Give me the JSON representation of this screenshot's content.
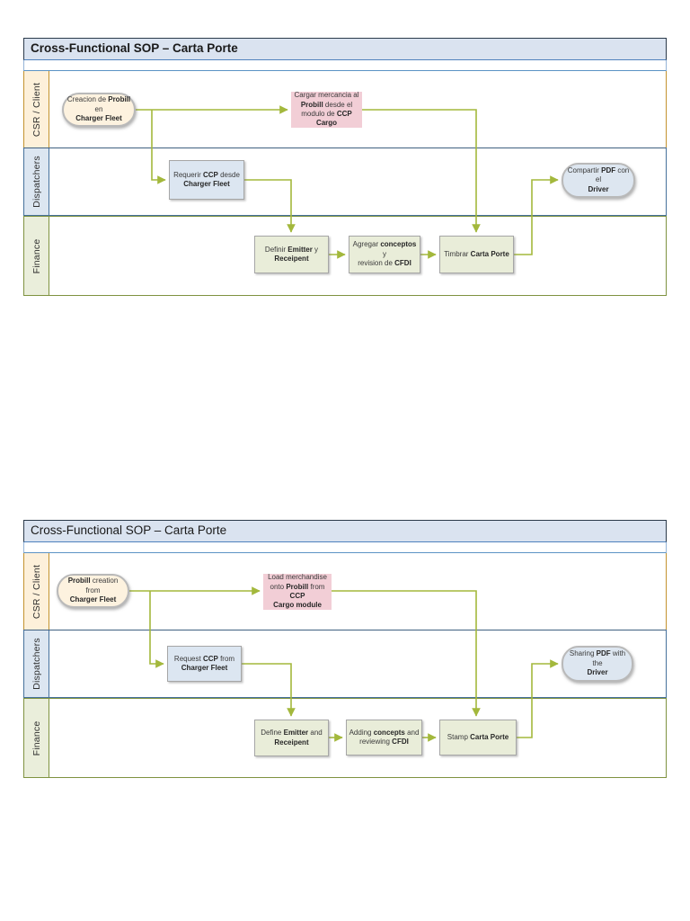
{
  "colors": {
    "arrow": "#a3b83c",
    "title_fill": "#dae3f0",
    "csr_lane_fill": "#fdf0da",
    "csr_lane_border": "#c3922e",
    "dispatchers_lane_fill": "#dce6f1",
    "dispatchers_lane_border": "#45719c",
    "finance_lane_fill": "#eaeedb",
    "finance_lane_border": "#7f9240",
    "process_box_fill": "#e9edd9",
    "request_box_fill": "#dce6f1",
    "load_box_fill": "#f2ced6",
    "terminator_fill": "#fdf2df"
  },
  "diagrams": [
    {
      "title": "Cross-Functional SOP – Carta Porte",
      "language": "Spanish",
      "lanes": [
        {
          "label": "CSR / Client"
        },
        {
          "label": "Dispatchers"
        },
        {
          "label": "Finance"
        }
      ],
      "nodes": {
        "create": [
          {
            "t": "Creacion de "
          },
          {
            "t": "Probill",
            "b": 1
          },
          {
            "t": " en"
          },
          {
            "br": 1
          },
          {
            "t": "Charger Fleet",
            "b": 1
          }
        ],
        "load": [
          {
            "t": "Cargar mercancia al"
          },
          {
            "br": 1
          },
          {
            "t": "Probill",
            "b": 1
          },
          {
            "t": " desde el"
          },
          {
            "br": 1
          },
          {
            "t": "modulo de "
          },
          {
            "t": "CCP Cargo",
            "b": 1
          }
        ],
        "request": [
          {
            "t": "Requerir "
          },
          {
            "t": "CCP",
            "b": 1
          },
          {
            "t": " desde"
          },
          {
            "br": 1
          },
          {
            "t": "Charger Fleet",
            "b": 1
          }
        ],
        "share": [
          {
            "t": "Compartir "
          },
          {
            "t": "PDF",
            "b": 1
          },
          {
            "t": " con el"
          },
          {
            "br": 1
          },
          {
            "t": "Driver",
            "b": 1
          }
        ],
        "define": [
          {
            "t": "Definir "
          },
          {
            "t": "Emitter",
            "b": 1
          },
          {
            "t": " y"
          },
          {
            "br": 1
          },
          {
            "t": "Receipent",
            "b": 1
          }
        ],
        "concepts": [
          {
            "t": "Agregar "
          },
          {
            "t": "conceptos",
            "b": 1
          },
          {
            "t": " y"
          },
          {
            "br": 1
          },
          {
            "t": "revision de "
          },
          {
            "t": "CFDI",
            "b": 1
          }
        ],
        "stamp": [
          {
            "t": "Timbrar "
          },
          {
            "t": "Carta Porte",
            "b": 1
          }
        ]
      }
    },
    {
      "title": "Cross-Functional SOP – Carta Porte",
      "language": "English",
      "lanes": [
        {
          "label": "CSR / Client"
        },
        {
          "label": "Dispatchers"
        },
        {
          "label": "Finance"
        }
      ],
      "nodes": {
        "create": [
          {
            "t": "Probill",
            "b": 1
          },
          {
            "t": " creation from"
          },
          {
            "br": 1
          },
          {
            "t": "Charger Fleet",
            "b": 1
          }
        ],
        "load": [
          {
            "t": "Load merchandise"
          },
          {
            "br": 1
          },
          {
            "t": "onto "
          },
          {
            "t": "Probill",
            "b": 1
          },
          {
            "t": " from "
          },
          {
            "t": "CCP",
            "b": 1
          },
          {
            "br": 1
          },
          {
            "t": "Cargo module",
            "b": 1
          }
        ],
        "request": [
          {
            "t": "Request "
          },
          {
            "t": "CCP",
            "b": 1
          },
          {
            "t": " from"
          },
          {
            "br": 1
          },
          {
            "t": "Charger Fleet",
            "b": 1
          }
        ],
        "share": [
          {
            "t": "Sharing "
          },
          {
            "t": "PDF",
            "b": 1
          },
          {
            "t": " with the"
          },
          {
            "br": 1
          },
          {
            "t": "Driver",
            "b": 1
          }
        ],
        "define": [
          {
            "t": "Define "
          },
          {
            "t": "Emitter",
            "b": 1
          },
          {
            "t": " and"
          },
          {
            "br": 1
          },
          {
            "t": "Receipent",
            "b": 1
          }
        ],
        "concepts": [
          {
            "t": "Adding "
          },
          {
            "t": "concepts",
            "b": 1
          },
          {
            "t": " and"
          },
          {
            "br": 1
          },
          {
            "t": "reviewing "
          },
          {
            "t": "CFDI",
            "b": 1
          }
        ],
        "stamp": [
          {
            "t": "Stamp "
          },
          {
            "t": "Carta Porte",
            "b": 1
          }
        ]
      }
    }
  ]
}
